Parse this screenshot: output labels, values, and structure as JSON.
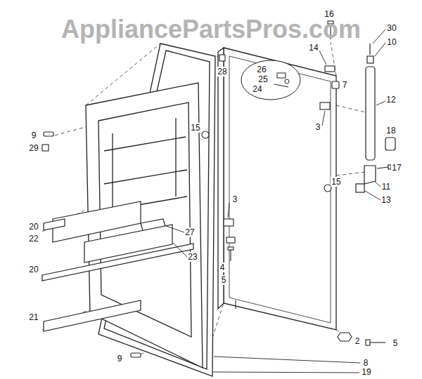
{
  "diagram": {
    "labels": [
      "AppliancePartsPros.com",
      "16",
      "30",
      "10",
      "14",
      "28",
      "26",
      "25",
      "24",
      "7",
      "12",
      "15",
      "3",
      "18",
      "9",
      "29",
      "17",
      "15",
      "11",
      "13",
      "3",
      "20",
      "22",
      "27",
      "23",
      "4",
      "20",
      "5",
      "21",
      "2",
      "5",
      "9",
      "8",
      "19"
    ]
  }
}
